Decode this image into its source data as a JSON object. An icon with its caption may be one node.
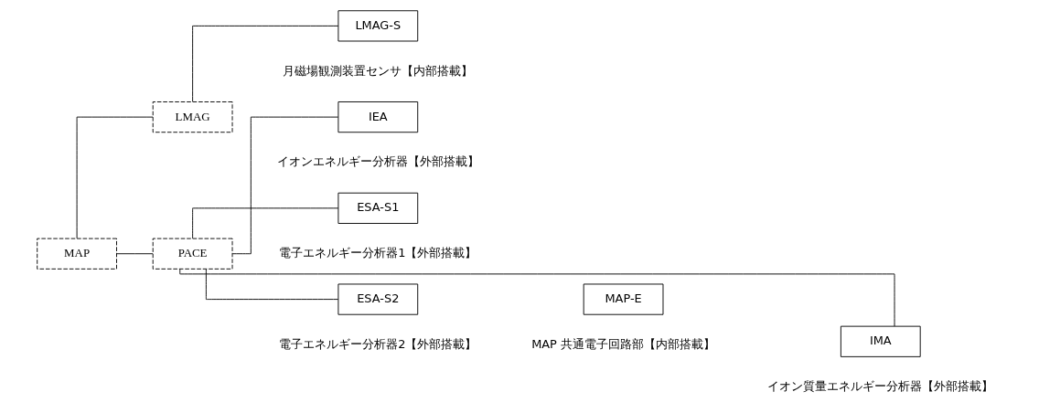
{
  "diagram": {
    "nodes": [
      {
        "text": [
          "MAP"
        ]
      },
      {
        "text": [
          "LMAG"
        ]
      },
      {
        "text": [
          "PACE"
        ]
      },
      {
        "text": [
          "LMAG-S"
        ],
        "beside": [
          "月磁場観測装置センサ【内部搭載】"
        ]
      },
      {
        "text": [
          "MAP-E"
        ],
        "beside": [
          "MAP 共通電子回路部【内部搭載】"
        ]
      },
      {
        "text": [
          "IMA"
        ],
        "beside": [
          "イオン質量エネルギー分析器【外部搭載】"
        ]
      },
      {
        "text": [
          "IEA"
        ],
        "beside": [
          "イオンエネルギー分析器【外部搭載】"
        ]
      },
      {
        "text": [
          "ESA-S1"
        ],
        "beside": [
          "電子エネルギー分析器1【外部搭載】"
        ]
      },
      {
        "text": [
          "ESA-S2"
        ],
        "beside": [
          "電子エネルギー分析器2【外部搭載】"
        ]
      }
    ],
    "edges": [
      {
        "from": 0,
        "to": 1,
        "arrow": "none"
      },
      {
        "from": 0,
        "to": 2,
        "arrow": "none"
      },
      {
        "from": 1,
        "to": 3,
        "arrow": "none"
      },
      {
        "from": 2,
        "to": 5,
        "arrow": "none"
      },
      {
        "from": 2,
        "to": 6,
        "arrow": "none"
      },
      {
        "from": 2,
        "to": 7,
        "arrow": "none"
      },
      {
        "from": 2,
        "to": 8,
        "arrow": "none"
      }
    ]
  }
}
